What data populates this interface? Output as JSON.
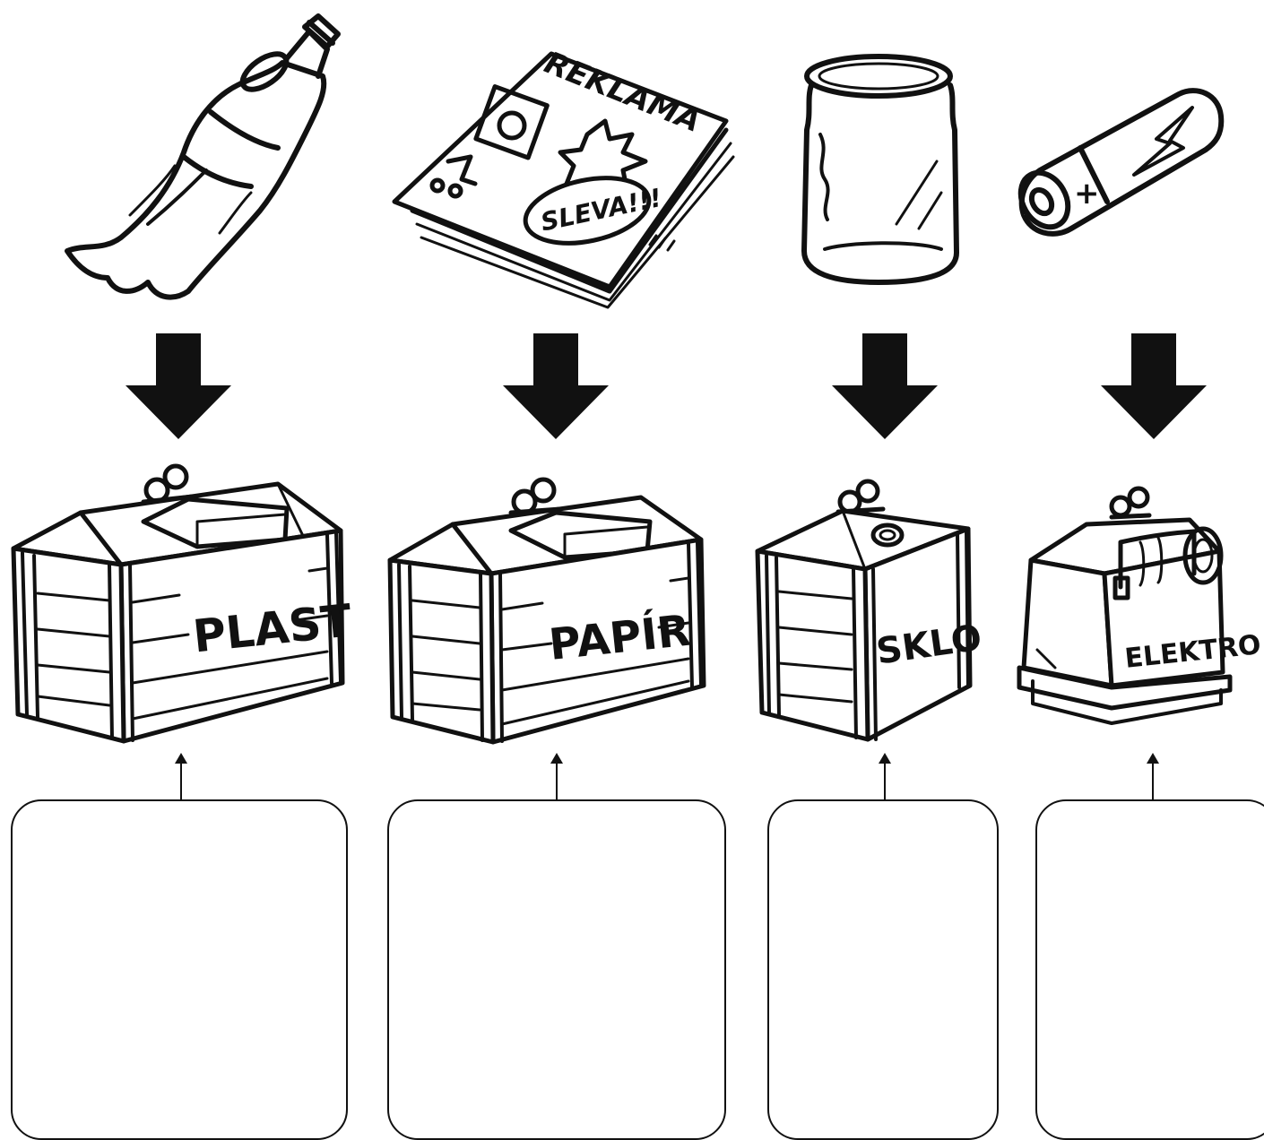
{
  "worksheet": {
    "items": [
      {
        "name": "plastic-bottle",
        "icon": "plastic-bottle-icon"
      },
      {
        "name": "newspapers",
        "icon": "newspaper-stack-icon",
        "texts": [
          "REKLAMA",
          "SLEVA!!!"
        ]
      },
      {
        "name": "glass-jar",
        "icon": "glass-jar-icon"
      },
      {
        "name": "battery",
        "icon": "battery-icon",
        "symbol": "+"
      }
    ],
    "bins": [
      {
        "label": "PLAST",
        "icon": "plastic-container-icon"
      },
      {
        "label": "PAPÍR",
        "icon": "paper-container-icon"
      },
      {
        "label": "SKLO",
        "icon": "glass-container-icon"
      },
      {
        "label": "ELEKTRO",
        "icon": "electro-container-icon"
      }
    ],
    "answer_boxes": [
      {
        "name": "answer-box-plast",
        "value": ""
      },
      {
        "name": "answer-box-papir",
        "value": ""
      },
      {
        "name": "answer-box-sklo",
        "value": ""
      },
      {
        "name": "answer-box-elektro",
        "value": ""
      }
    ],
    "colors": {
      "ink": "#111111",
      "paper": "#ffffff"
    }
  }
}
